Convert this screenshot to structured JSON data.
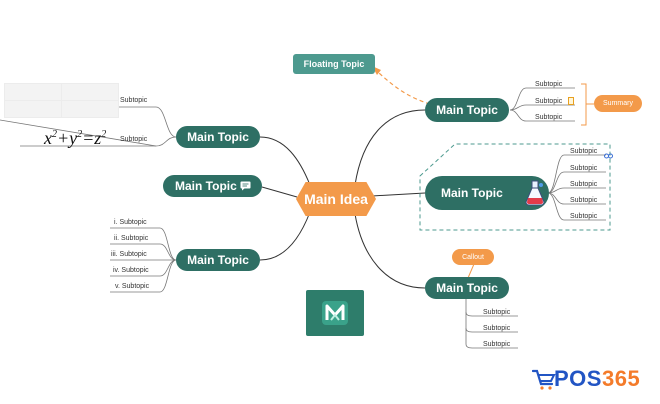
{
  "central_topic": "Main Idea",
  "floating_topic": "Floating Topic",
  "main_topics": {
    "top_right": "Main Topic",
    "middle_right": "Main Topic",
    "bottom_right": "Main Topic",
    "top_left": "Main Topic",
    "middle_left": "Main Topic",
    "bottom_left": "Main Topic"
  },
  "top_right_subtopics": [
    "Subtopic",
    "Subtopic",
    "Subtopic"
  ],
  "middle_right_subtopics": [
    "Subtopic",
    "Subtopic",
    "Subtopic",
    "Subtopic",
    "Subtopic"
  ],
  "bottom_right_subtopics": [
    "Subtopic",
    "Subtopic",
    "Subtopic"
  ],
  "top_left_subtopics": [
    "Subtopic",
    "Subtopic"
  ],
  "bottom_left_subtopics": [
    "i. Subtopic",
    "ii. Subtopic",
    "iii. Subtopic",
    "iv. Subtopic",
    "v. Subtopic"
  ],
  "summary_label": "Summary",
  "callout_label": "Callout",
  "brand": {
    "prefix": "POS",
    "number": "365"
  },
  "icons": {
    "note": "note-icon",
    "comment": "comment-icon",
    "link": "link-icon",
    "flask": "flask-icon",
    "app_logo": "mindmaster-logo-icon",
    "cart": "cart-icon"
  },
  "colors": {
    "main_topic": "#2e6f64",
    "central": "#f39a4a",
    "floating": "#4d9a8f",
    "accent": "#f39a4a",
    "brand_blue": "#2255c4",
    "brand_orange": "#f47b2a"
  }
}
